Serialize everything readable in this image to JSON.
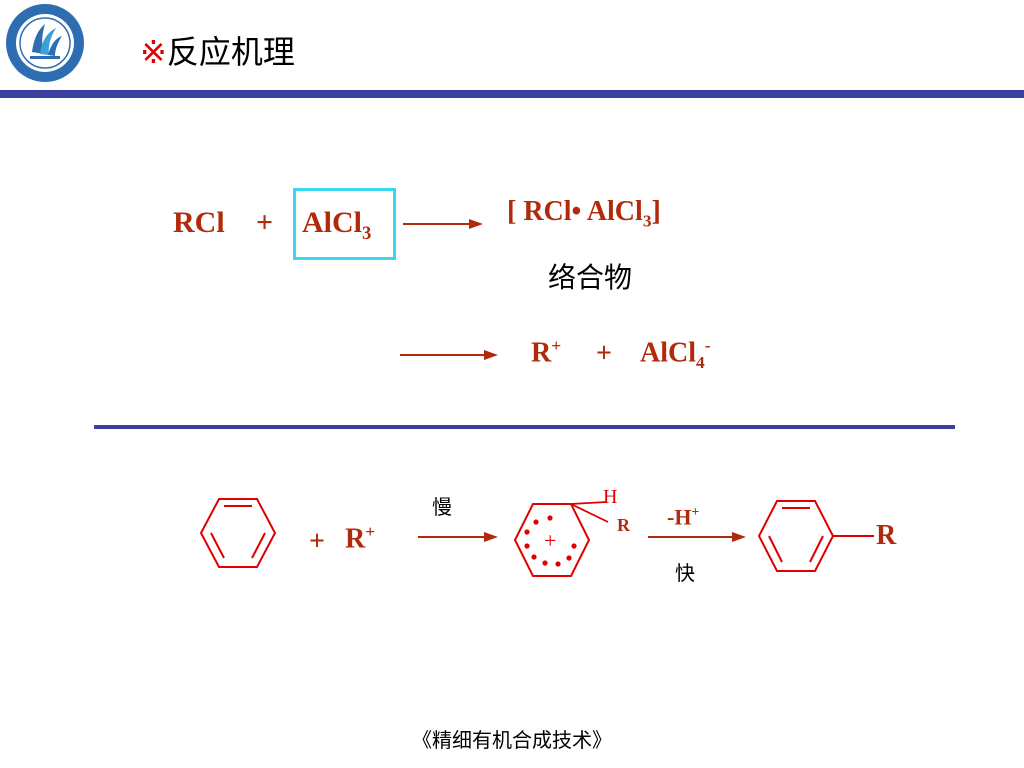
{
  "header": {
    "title_mark": "※",
    "title": "反应机理",
    "logo_icon": "university-seal-icon"
  },
  "reaction1": {
    "reactant1": "RCl",
    "plus": "+",
    "reactant2_base": "AlCl",
    "reactant2_sub": "3",
    "product_open": "[ RCl• AlCl",
    "product_sub": "3",
    "product_close": "]",
    "product_label": "络合物"
  },
  "reaction2": {
    "product1_base": "R",
    "product1_sup": "+",
    "plus": "+",
    "product2_base": "AlCl",
    "product2_sub": "4",
    "product2_sup": "-"
  },
  "reaction3": {
    "plus": "+",
    "reagent_base": "R",
    "reagent_sup": "+",
    "slow_label": "慢",
    "sigma_h": "H",
    "sigma_r": "R",
    "sigma_charge": "+",
    "eliminated_base": "-H",
    "eliminated_sup": "+",
    "fast_label": "快",
    "substituent": "R"
  },
  "colors": {
    "chem_text": "#b22a0c",
    "arrow": "#b22a0c",
    "ring": "#e00000",
    "bar": "#3b3fa0",
    "highlight_box": "#38d8f0"
  },
  "footer": {
    "text": "《精细有机合成技术》"
  }
}
